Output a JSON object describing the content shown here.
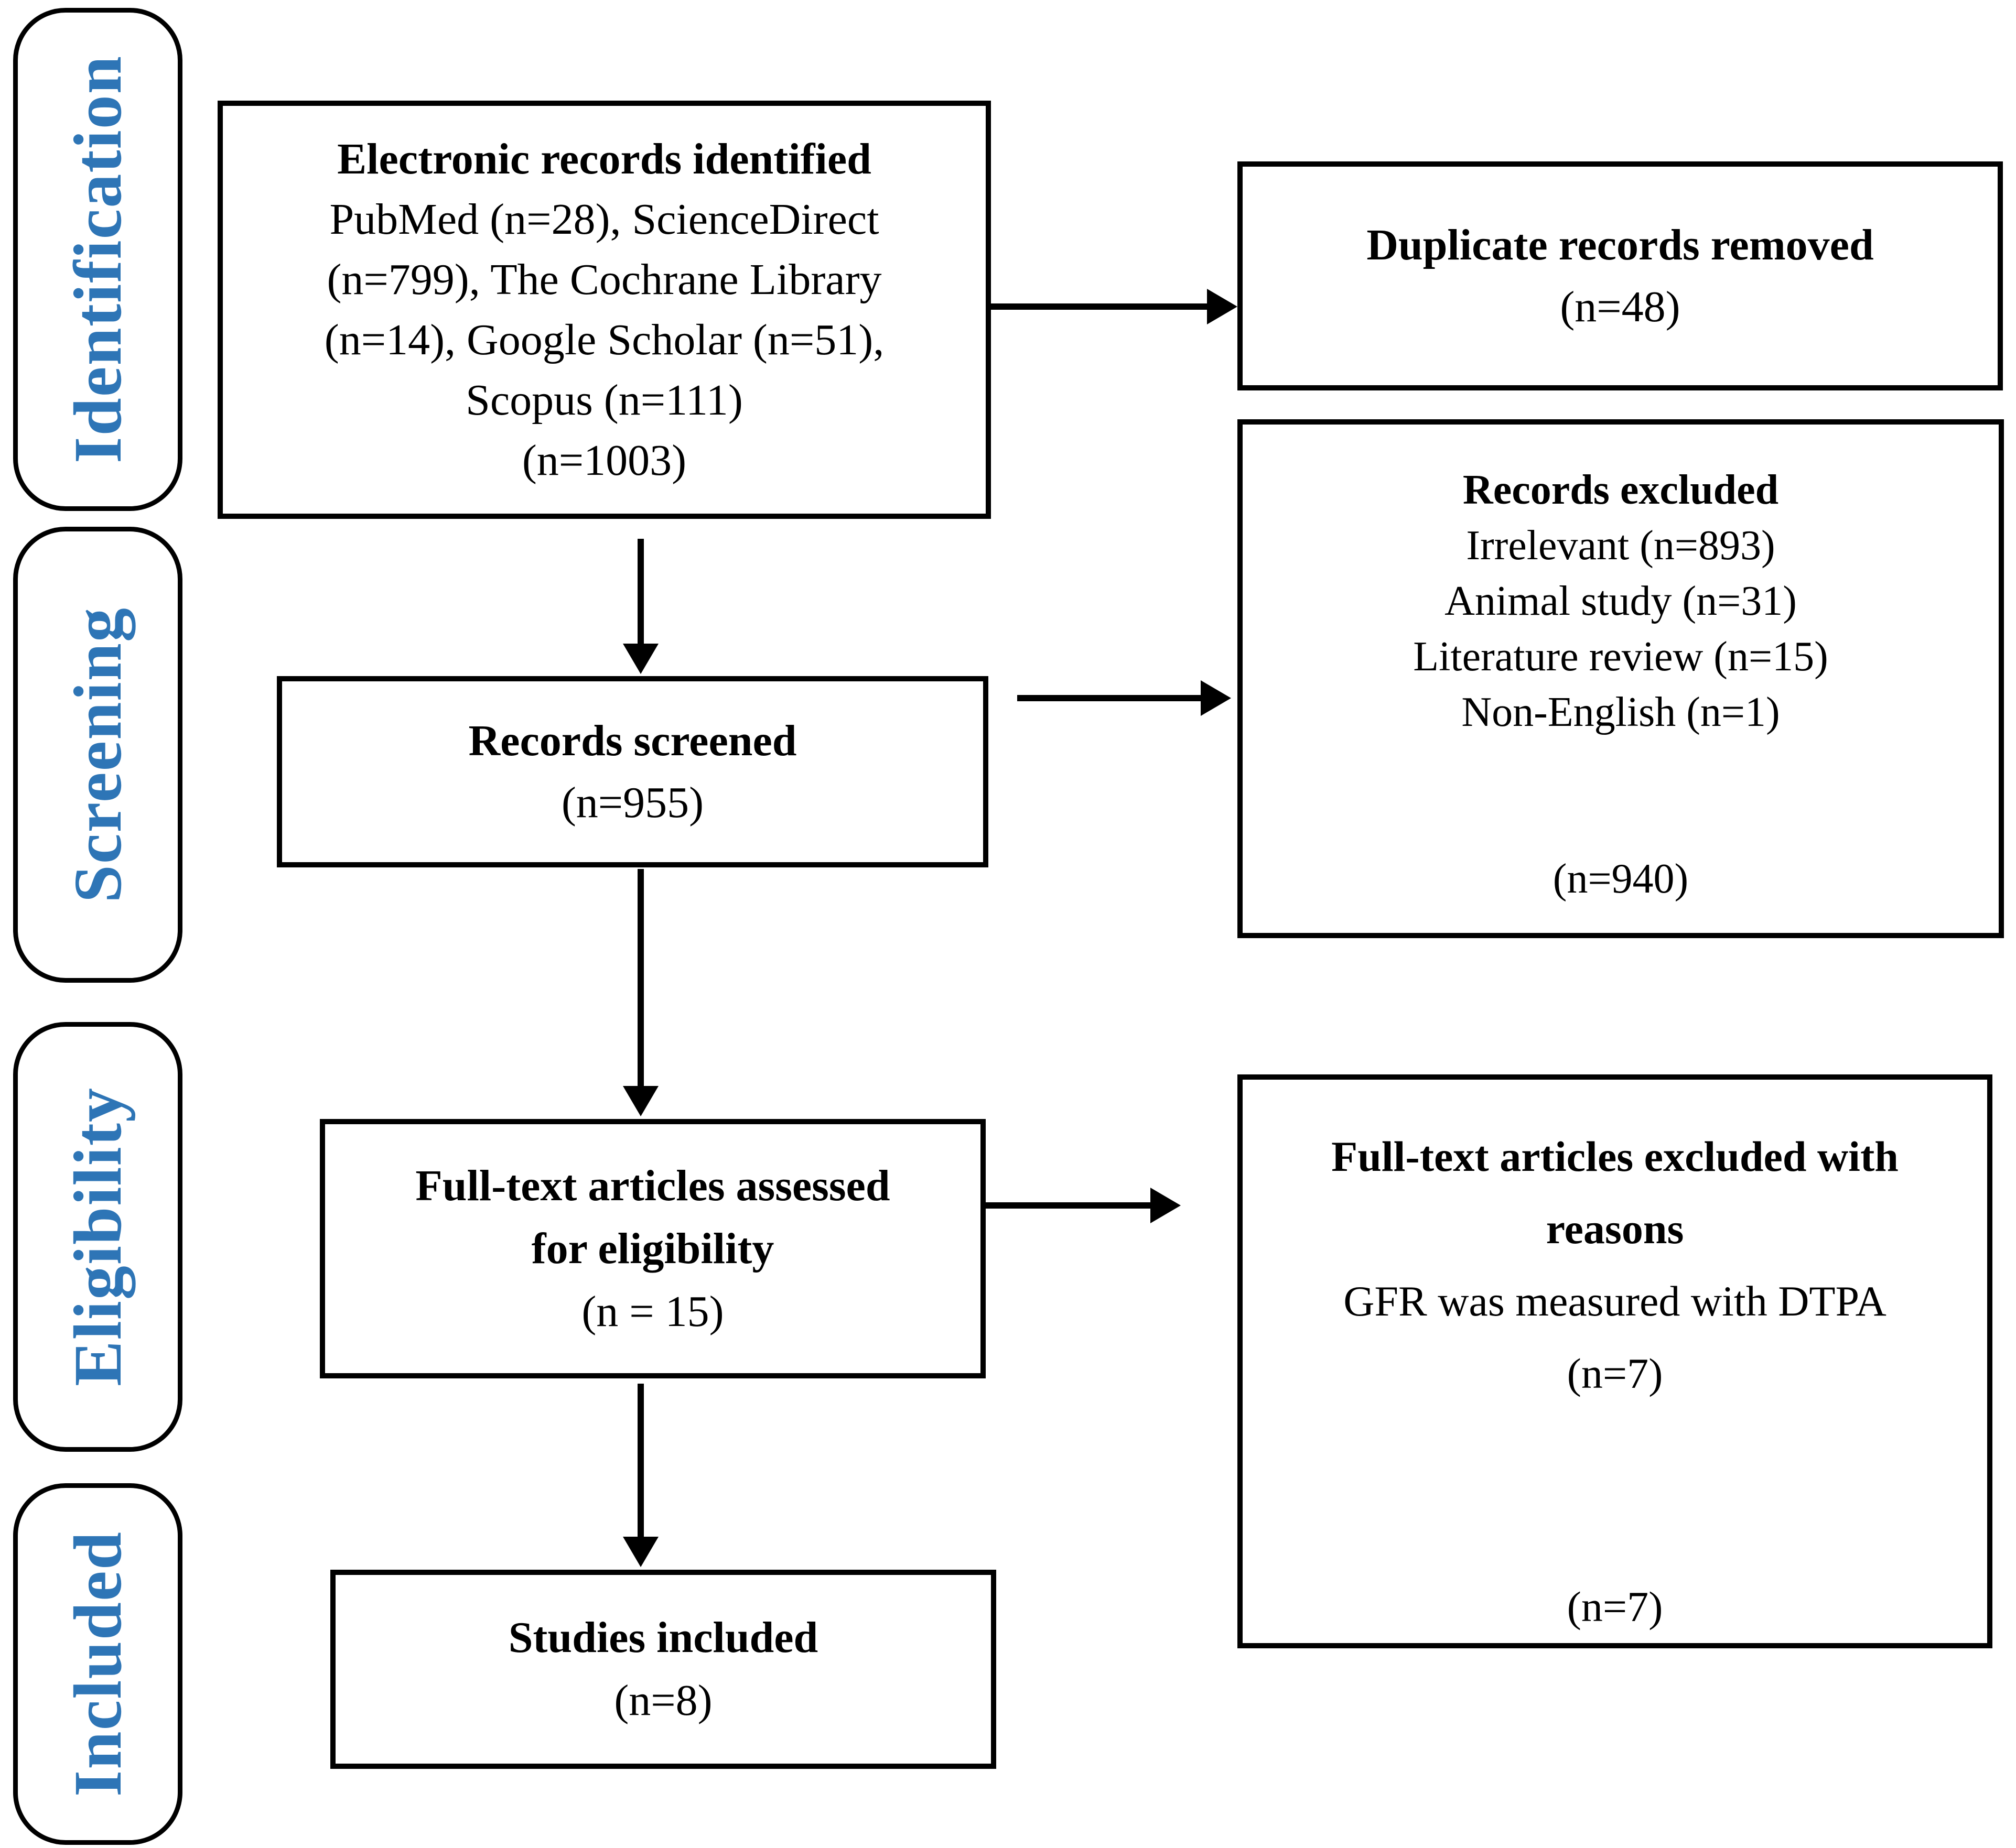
{
  "colors": {
    "stage_label_blue": "#2E75B6",
    "box_border": "#000000",
    "background": "#FFFFFF"
  },
  "sidebar": {
    "stages": [
      {
        "label": "Identification"
      },
      {
        "label": "Screening"
      },
      {
        "label": "Eligibility"
      },
      {
        "label": "Included"
      }
    ]
  },
  "flow": {
    "identified": {
      "title": "Electronic records identified",
      "lines": [
        "PubMed (n=28), ScienceDirect",
        "(n=799), The Cochrane Library",
        "(n=14), Google Scholar (n=51),",
        "Scopus (n=111)",
        "(n=1003)"
      ]
    },
    "duplicates_removed": {
      "title": "Duplicate records removed",
      "count": "(n=48)"
    },
    "records_excluded": {
      "title": "Records excluded",
      "reasons": [
        "Irrelevant (n=893)",
        "Animal study (n=31)",
        "Literature review (n=15)",
        "Non-English (n=1)"
      ],
      "count": "(n=940)"
    },
    "screened": {
      "title": "Records screened",
      "count": "(n=955)"
    },
    "fulltext_assessed": {
      "title_line1": "Full-text articles assessed",
      "title_line2": "for eligibility",
      "count": "(n = 15)"
    },
    "fulltext_excluded": {
      "title_line1": "Full-text articles excluded with",
      "title_line2": "reasons",
      "reason": "GFR was measured with DTPA",
      "reason_count": "(n=7)",
      "total_count": "(n=7)"
    },
    "included": {
      "title": "Studies included",
      "count": "(n=8)"
    }
  }
}
